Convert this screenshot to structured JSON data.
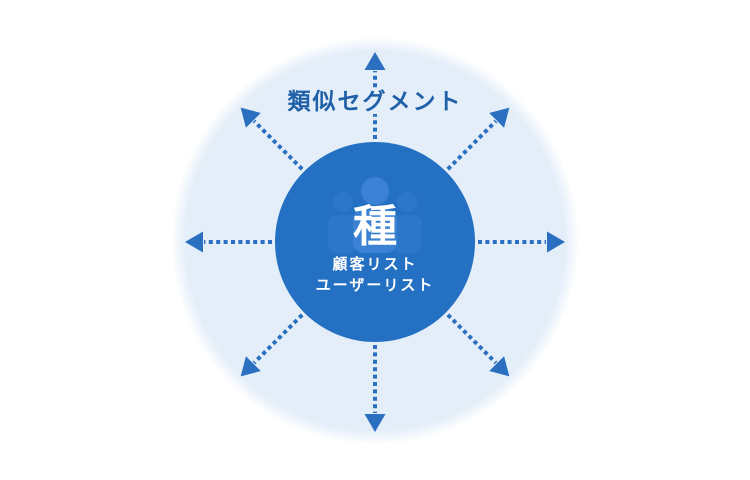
{
  "diagram": {
    "label_top": "類似セグメント",
    "center": {
      "seed": "種",
      "line1": "顧客リスト",
      "line2": "ユーザーリスト"
    },
    "arrows": {
      "count": 8,
      "angles_deg": [
        0,
        45,
        90,
        135,
        180,
        225,
        270,
        315
      ],
      "style": "dotted-line-with-solid-triangle-head"
    },
    "icon": "people-group-icon",
    "colors": {
      "halo": "#e4eef9",
      "core": "#2470c2",
      "arrow": "#2b6fc0",
      "label": "#1f60a8",
      "people_center": "#3c82d4",
      "people_side": "#2e77c8",
      "text": "#ffffff"
    }
  }
}
